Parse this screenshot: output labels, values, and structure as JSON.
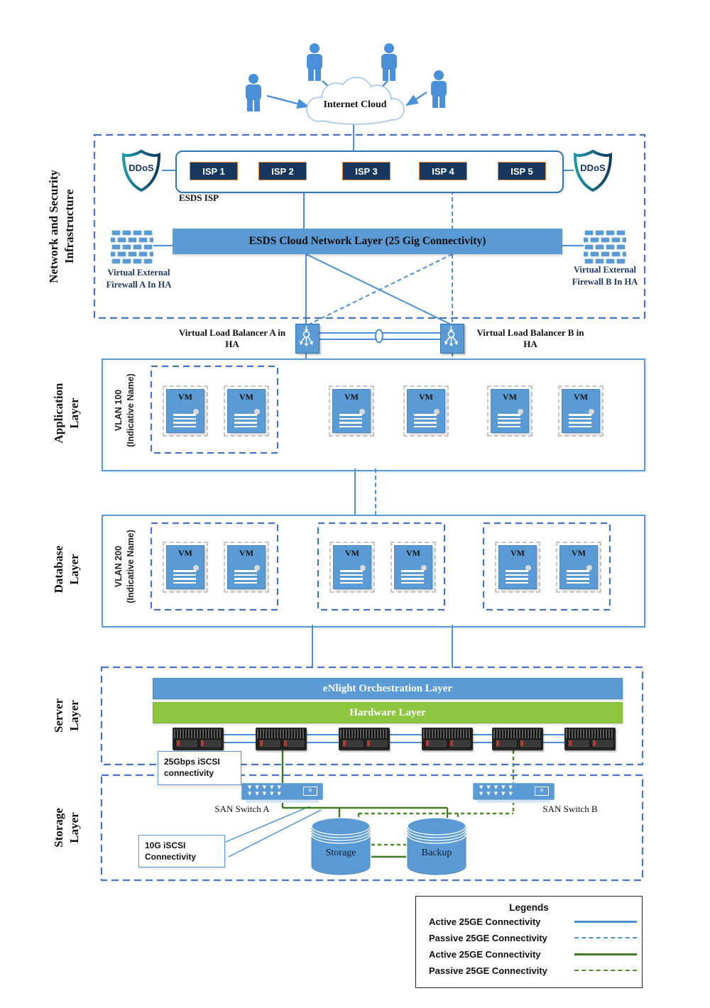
{
  "colors": {
    "primary_blue": "#5B9BD5",
    "border_blue": "#2E75B6",
    "dashed_border_blue": "#4472C4",
    "navy": "#17375E",
    "orange": "#E8833A",
    "green_bar": "#8CC63F",
    "green_line_active": "#3E7B22",
    "green_line_passive": "#4C8C28",
    "shield_teal": "#1B9AAA"
  },
  "internet": {
    "cloud_label": "Internet Cloud"
  },
  "network_security": {
    "section_label": "Network and Security Infrastructure",
    "ddos_label": "DDoS",
    "esds_isp_label": "ESDS ISP",
    "isps": [
      "ISP 1",
      "ISP 2",
      "ISP 3",
      "ISP 4",
      "ISP 5"
    ],
    "network_bar_label": "ESDS  Cloud Network Layer (25 Gig Connectivity)",
    "firewall_a_label": "Virtual External Firewall A In HA",
    "firewall_b_label": "Virtual External Firewall B In HA"
  },
  "load_balancers": {
    "a_label": "Virtual Load Balancer A in HA",
    "b_label": "Virtual Load Balancer B in HA"
  },
  "application_layer": {
    "section_label": "Application Layer",
    "vlan_line1": "VLAN 100",
    "vlan_line2": "(Indicative Name)",
    "vm_label": "VM"
  },
  "database_layer": {
    "section_label": "Database Layer",
    "vlan_line1": "VLAN 200",
    "vlan_line2": "(Indicative Name)",
    "vm_label": "VM"
  },
  "server_layer": {
    "section_label": "Server Layer",
    "orchestration_label": "eNlight Orchestration Layer",
    "hardware_label": "Hardware Layer"
  },
  "storage_layer": {
    "section_label": "Storage Layer",
    "callout_25g": "25Gbps iSCSI connectivity",
    "callout_10g": "10G iSCSI Connectivity",
    "san_switch_a_label": "SAN Switch A",
    "san_switch_b_label": "SAN Switch B",
    "storage_label": "Storage",
    "backup_label": "Backup"
  },
  "legend": {
    "title": "Legends",
    "items": [
      {
        "label": "Active 25GE Connectivity",
        "style": "blue-solid",
        "color": "#4a90d9"
      },
      {
        "label": "Passive 25GE Connectivity",
        "style": "blue-dashed",
        "color": "#4a90d9"
      },
      {
        "label": "Active 25GE Connectivity",
        "style": "green-solid",
        "color": "#3E7B22"
      },
      {
        "label": "Passive 25GE Connectivity",
        "style": "green-dashed",
        "color": "#4C8C28"
      }
    ]
  }
}
